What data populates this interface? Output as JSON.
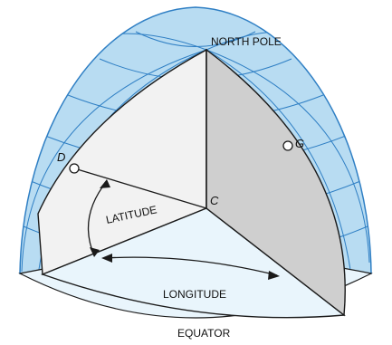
{
  "labels": {
    "north_pole": "NORTH POLE",
    "latitude": "LATITUDE",
    "longitude": "LONGITUDE",
    "equator": "EQUATOR",
    "center": "C",
    "point_d": "D",
    "point_g": "G"
  },
  "colors": {
    "hemisphere_fill": "#b8dcf2",
    "grid_line": "#2f7fc4",
    "equator_plane": "#e9f5fc",
    "left_wedge_face": "#f2f2f2",
    "right_wedge_face": "#cfcfcf",
    "outline": "#1a1a1a"
  }
}
